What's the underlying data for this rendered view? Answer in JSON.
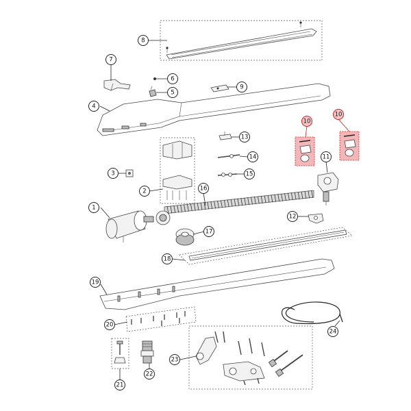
{
  "diagram": {
    "callouts": [
      {
        "id": "c1",
        "label": "1"
      },
      {
        "id": "c2",
        "label": "2"
      },
      {
        "id": "c3",
        "label": "3"
      },
      {
        "id": "c4",
        "label": "4"
      },
      {
        "id": "c5",
        "label": "5"
      },
      {
        "id": "c6",
        "label": "6"
      },
      {
        "id": "c7",
        "label": "7"
      },
      {
        "id": "c8",
        "label": "8"
      },
      {
        "id": "c9",
        "label": "9"
      },
      {
        "id": "c10a",
        "label": "10",
        "highlight": true
      },
      {
        "id": "c10b",
        "label": "10",
        "highlight": true
      },
      {
        "id": "c11",
        "label": "11"
      },
      {
        "id": "c12",
        "label": "12"
      },
      {
        "id": "c13",
        "label": "13"
      },
      {
        "id": "c14",
        "label": "14"
      },
      {
        "id": "c15",
        "label": "15"
      },
      {
        "id": "c16",
        "label": "16"
      },
      {
        "id": "c17",
        "label": "17"
      },
      {
        "id": "c18",
        "label": "18"
      },
      {
        "id": "c19",
        "label": "19"
      },
      {
        "id": "c20",
        "label": "20"
      },
      {
        "id": "c21",
        "label": "21"
      },
      {
        "id": "c22",
        "label": "22"
      },
      {
        "id": "c23",
        "label": "23"
      },
      {
        "id": "c24",
        "label": "24"
      }
    ],
    "colors": {
      "highlight": "#c22222",
      "highlight_fill": "#f4b6b6",
      "line": "#222222"
    }
  }
}
